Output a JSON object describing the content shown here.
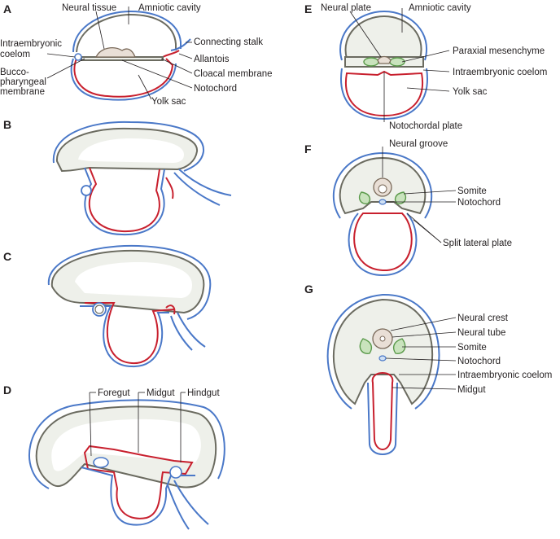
{
  "panels": {
    "A": {
      "letter": "A",
      "labels": {
        "neural_tissue": "Neural tissue",
        "amniotic_cavity": "Amniotic cavity",
        "intraembryonic_coelom_1": "Intraembryonic",
        "intraembryonic_coelom_2": "coelom",
        "connecting_stalk": "Connecting stalk",
        "allantois": "Allantois",
        "buccopharyngeal_1": "Bucco-",
        "buccopharyngeal_2": "pharyngeal",
        "buccopharyngeal_3": "membrane",
        "cloacal_membrane": "Cloacal membrane",
        "notochord": "Notochord",
        "yolk_sac": "Yolk sac"
      }
    },
    "B": {
      "letter": "B"
    },
    "C": {
      "letter": "C"
    },
    "D": {
      "letter": "D",
      "labels": {
        "foregut": "Foregut",
        "midgut": "Midgut",
        "hindgut": "Hindgut"
      }
    },
    "E": {
      "letter": "E",
      "labels": {
        "neural_plate": "Neural plate",
        "amniotic_cavity": "Amniotic cavity",
        "paraxial_mesenchyme": "Paraxial mesenchyme",
        "intraembryonic_coelom": "Intraembryonic coelom",
        "yolk_sac": "Yolk sac",
        "notochordal_plate": "Notochordal plate"
      }
    },
    "F": {
      "letter": "F",
      "labels": {
        "neural_groove": "Neural groove",
        "somite": "Somite",
        "notochord": "Notochord",
        "split_lateral_plate": "Split lateral plate"
      }
    },
    "G": {
      "letter": "G",
      "labels": {
        "neural_crest": "Neural crest",
        "neural_tube": "Neural tube",
        "somite": "Somite",
        "notochord": "Notochord",
        "intraembryonic_coelom": "Intraembryonic coelom",
        "midgut": "Midgut"
      }
    }
  },
  "colors": {
    "ectoderm": "#4a78c8",
    "endoderm": "#c8202e",
    "mesoderm": "#6b6b60",
    "somite": "#c9e3bd",
    "neural": "#e9dfd6"
  }
}
